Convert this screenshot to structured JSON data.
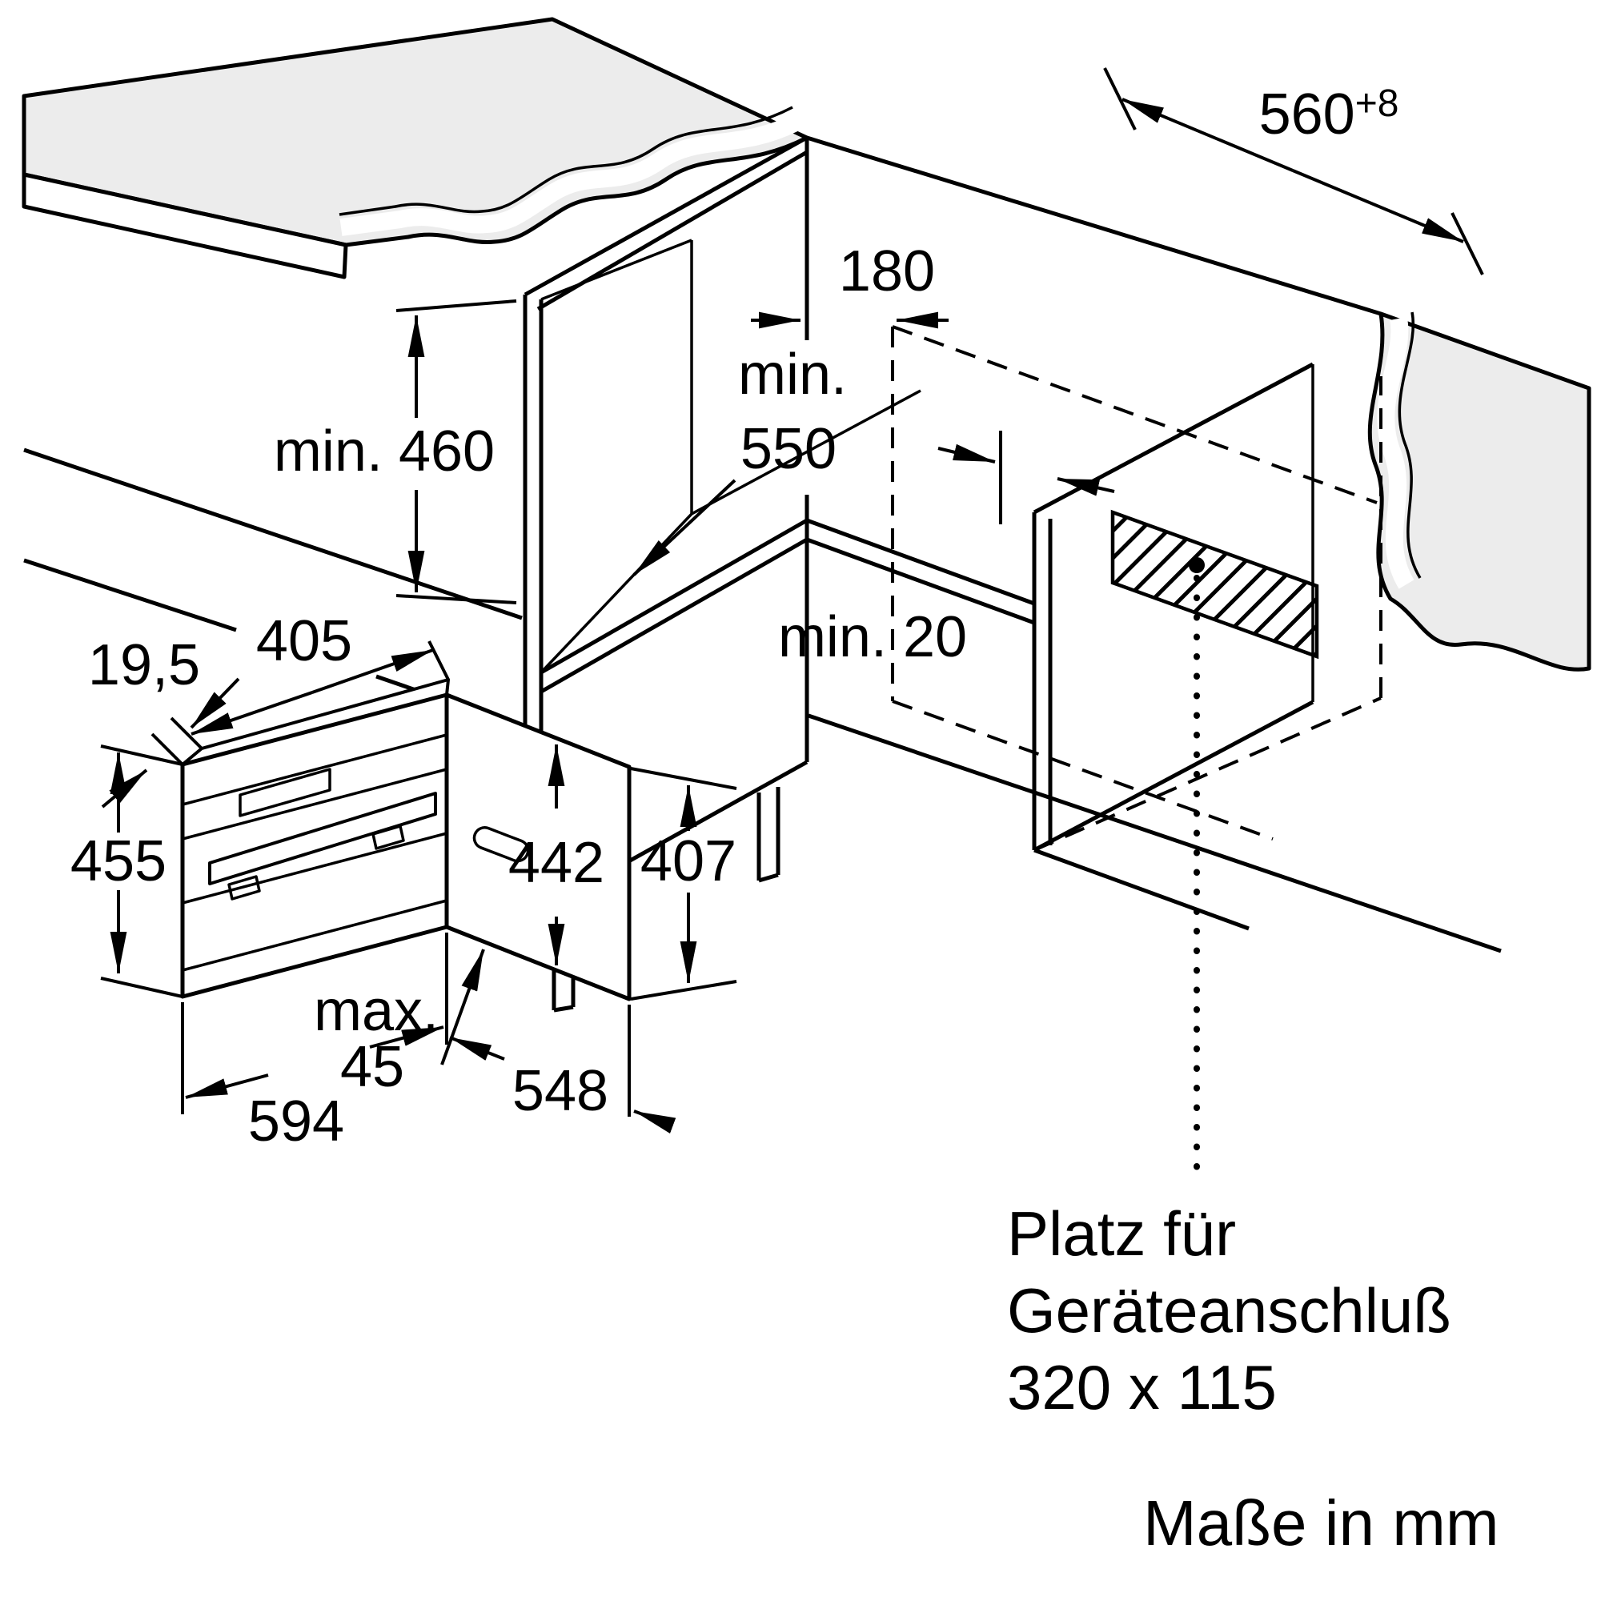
{
  "diagram": {
    "colors": {
      "line": "#000000",
      "panel_gray": "#ececec"
    },
    "labels": {
      "niche_height": "min. 460",
      "cabinet_depth_prefix": "min.",
      "cabinet_depth_value": "550",
      "recess_depth": "180",
      "niche_width_value": "560",
      "niche_width_tolerance": "+8",
      "rear_gap": "min. 20",
      "top_offset": "19,5",
      "top_depth": "405",
      "front_height": "455",
      "body_height": "442",
      "rear_height": "407",
      "door_clearance_prefix": "max.",
      "door_clearance_value": "45",
      "front_width": "594",
      "body_depth": "548"
    },
    "connection_note": {
      "line1": "Platz für",
      "line2": "Geräteanschluß",
      "line3": "320 x 115"
    },
    "units_note": "Maße in mm"
  }
}
